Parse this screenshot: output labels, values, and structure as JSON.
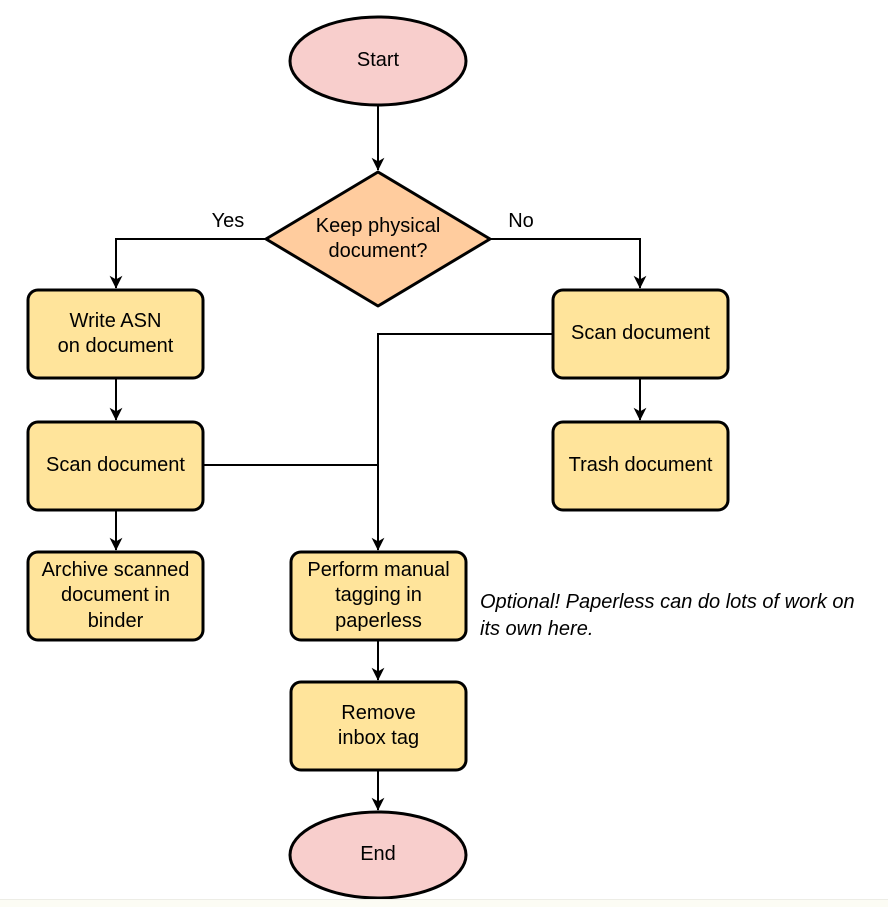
{
  "flowchart": {
    "nodes": {
      "start": {
        "label": "Start",
        "type": "terminal"
      },
      "decision": {
        "label": "Keep physical\ndocument?",
        "type": "decision"
      },
      "write_asn": {
        "label": "Write ASN\non document",
        "type": "process"
      },
      "scan_left": {
        "label": "Scan document",
        "type": "process"
      },
      "archive": {
        "label": "Archive scanned\ndocument in\nbinder",
        "type": "process"
      },
      "scan_right": {
        "label": "Scan document",
        "type": "process"
      },
      "trash": {
        "label": "Trash document",
        "type": "process"
      },
      "tagging": {
        "label": "Perform manual\ntagging in\npaperless",
        "type": "process"
      },
      "remove_inbox": {
        "label": "Remove\ninbox tag",
        "type": "process"
      },
      "end": {
        "label": "End",
        "type": "terminal"
      }
    },
    "edge_labels": {
      "yes": "Yes",
      "no": "No"
    },
    "annotation": "Optional! Paperless can do lots of work on\nits own here.",
    "colors": {
      "terminal_fill": "#f8cecc",
      "decision_fill": "#ffcc9e",
      "process_fill": "#ffe49b",
      "stroke": "#000000",
      "background": "#ffffff"
    }
  }
}
